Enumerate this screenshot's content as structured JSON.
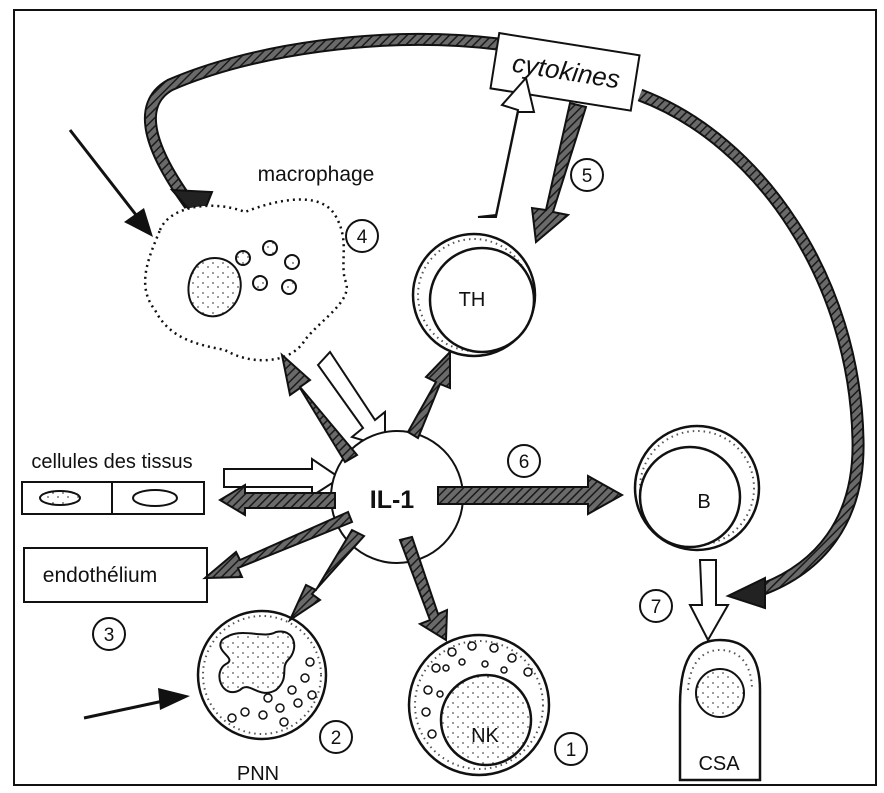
{
  "labels": {
    "cytokines": "cytokines",
    "macrophage": "macrophage",
    "th": "TH",
    "il1": "IL-1",
    "cellules": "cellules des tissus",
    "endothelium": "endothélium",
    "b": "B",
    "nk": "NK",
    "pnn": "PNN",
    "csa": "CSA"
  },
  "numbers": {
    "n1": "1",
    "n2": "2",
    "n3": "3",
    "n4": "4",
    "n5": "5",
    "n6": "6",
    "n7": "7"
  }
}
